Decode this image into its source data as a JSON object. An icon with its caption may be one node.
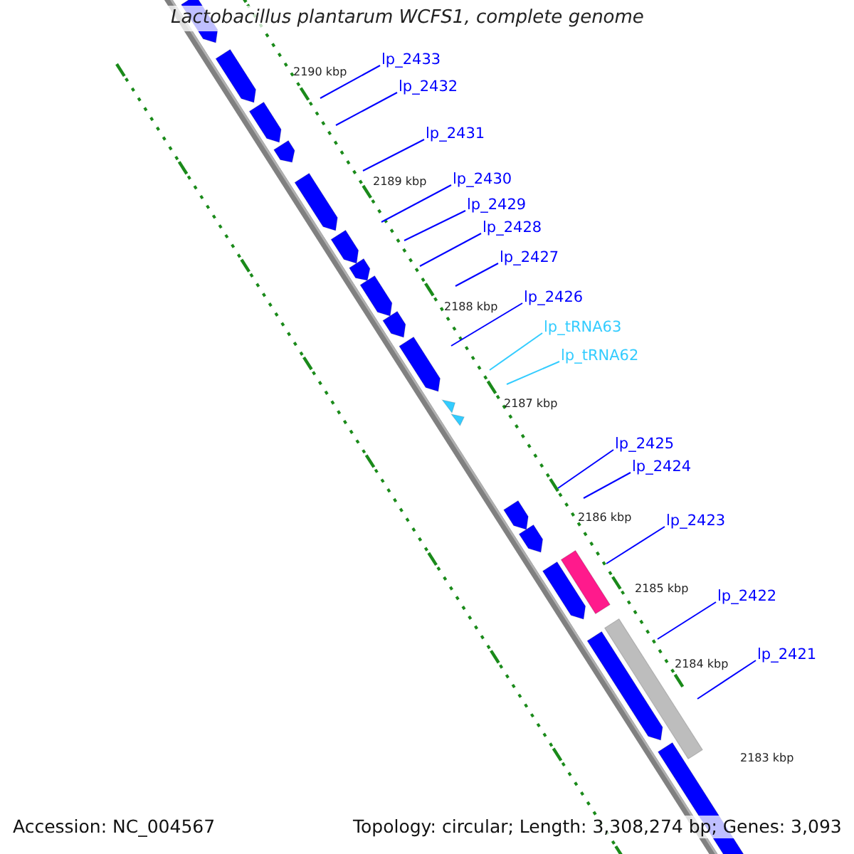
{
  "diagram": {
    "title": "Lactobacillus plantarum WCFS1, complete genome",
    "nodes": [
      {
        "text": [
          "lp_2433"
        ]
      },
      {
        "text": [
          "lp_2432"
        ]
      },
      {
        "text": [
          "lp_2431"
        ]
      },
      {
        "text": [
          "lp_2430"
        ]
      },
      {
        "text": [
          "lp_2429"
        ]
      },
      {
        "text": [
          "lp_2428"
        ]
      },
      {
        "text": [
          "lp_2427"
        ]
      },
      {
        "text": [
          "lp_2426"
        ]
      },
      {
        "text": [
          "lp_tRNA63"
        ]
      },
      {
        "text": [
          "lp_tRNA62"
        ]
      },
      {
        "text": [
          "lp_2425"
        ]
      },
      {
        "text": [
          "lp_2424"
        ]
      },
      {
        "text": [
          "lp_2423"
        ]
      },
      {
        "text": [
          "lp_2422"
        ]
      },
      {
        "text": [
          "lp_2421"
        ]
      }
    ],
    "edges": [
      {
        "from": 0,
        "to": null,
        "arrow": "none"
      },
      {
        "from": 1,
        "to": null,
        "arrow": "none"
      },
      {
        "from": 2,
        "to": null,
        "arrow": "none"
      },
      {
        "from": 3,
        "to": null,
        "arrow": "none"
      },
      {
        "from": 4,
        "to": null,
        "arrow": "none"
      },
      {
        "from": 5,
        "to": null,
        "arrow": "none"
      },
      {
        "from": 6,
        "to": null,
        "arrow": "none"
      },
      {
        "from": 7,
        "to": null,
        "arrow": "none"
      },
      {
        "from": 8,
        "to": null,
        "arrow": "none",
        "color": "#33ccff"
      },
      {
        "from": 9,
        "to": null,
        "arrow": "none",
        "color": "#33ccff"
      },
      {
        "from": 10,
        "to": null,
        "arrow": "none"
      },
      {
        "from": 11,
        "to": null,
        "arrow": "none"
      },
      {
        "from": 12,
        "to": null,
        "arrow": "none"
      },
      {
        "from": 13,
        "to": null,
        "arrow": "none"
      },
      {
        "from": 14,
        "to": null,
        "arrow": "none"
      }
    ],
    "labels": [
      "2190 kbp",
      "2189 kbp",
      "2188 kbp",
      "2187 kbp",
      "2186 kbp",
      "2185 kbp",
      "2184 kbp",
      "2183 kbp",
      "Accession: NC_004567",
      "Topology: circular; Length: 3,308,274 bp; Genes: 3,093"
    ]
  }
}
